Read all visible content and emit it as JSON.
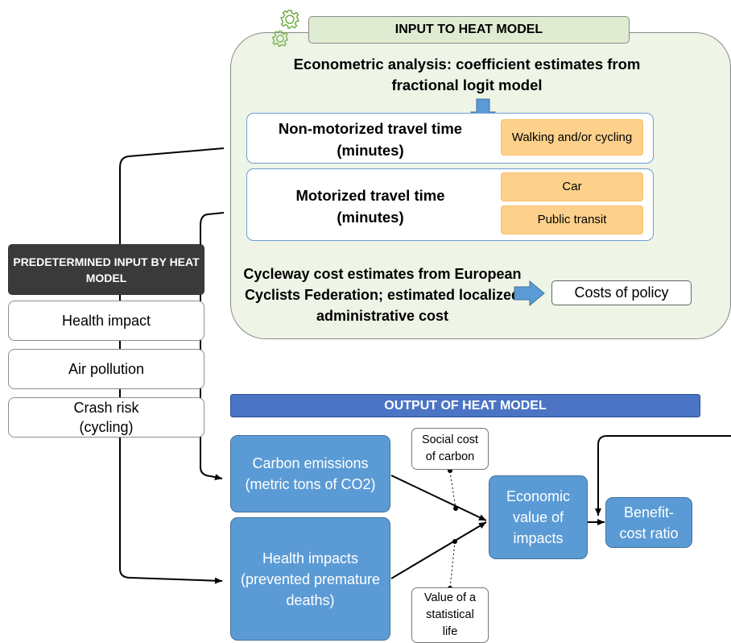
{
  "input": {
    "header": "INPUT TO HEAT MODEL",
    "econometric": "Econometric analysis: coefficient estimates from fractional logit model",
    "non_motorized": {
      "label": "Non-motorized travel time (minutes)",
      "modes": [
        "Walking and/or cycling"
      ]
    },
    "motorized": {
      "label": "Motorized travel time (minutes)",
      "modes": [
        "Car",
        "Public transit"
      ]
    },
    "cost_estimates": "Cycleway cost estimates from European Cyclists Federation; estimated localized administrative cost",
    "costs_of_policy": "Costs of policy"
  },
  "predetermined": {
    "header": "PREDETERMINED INPUT BY HEAT MODEL",
    "items": [
      "Health impact",
      "Air pollution",
      "Crash risk (cycling)"
    ]
  },
  "output": {
    "header": "OUTPUT OF HEAT MODEL",
    "carbon": "Carbon emissions (metric tons of CO2)",
    "health": "Health impacts (prevented premature deaths)",
    "social_cost": "Social cost of carbon",
    "value_life": "Value of a statistical life",
    "economic": "Economic value of impacts",
    "benefit": "Benefit-cost ratio"
  },
  "colors": {
    "input_panel": "#eef4e6",
    "input_header": "#e0ecd2",
    "mode_box": "#fdd18b",
    "output_box": "#5b9bd5",
    "output_header": "#4b74c5",
    "predetermined_header": "#3a3a3a",
    "gear_icon": "#70ad47",
    "down_arrow": "#5b9bd5"
  },
  "icons": [
    "gear-icon",
    "down-arrow-icon",
    "right-arrow-icon"
  ]
}
